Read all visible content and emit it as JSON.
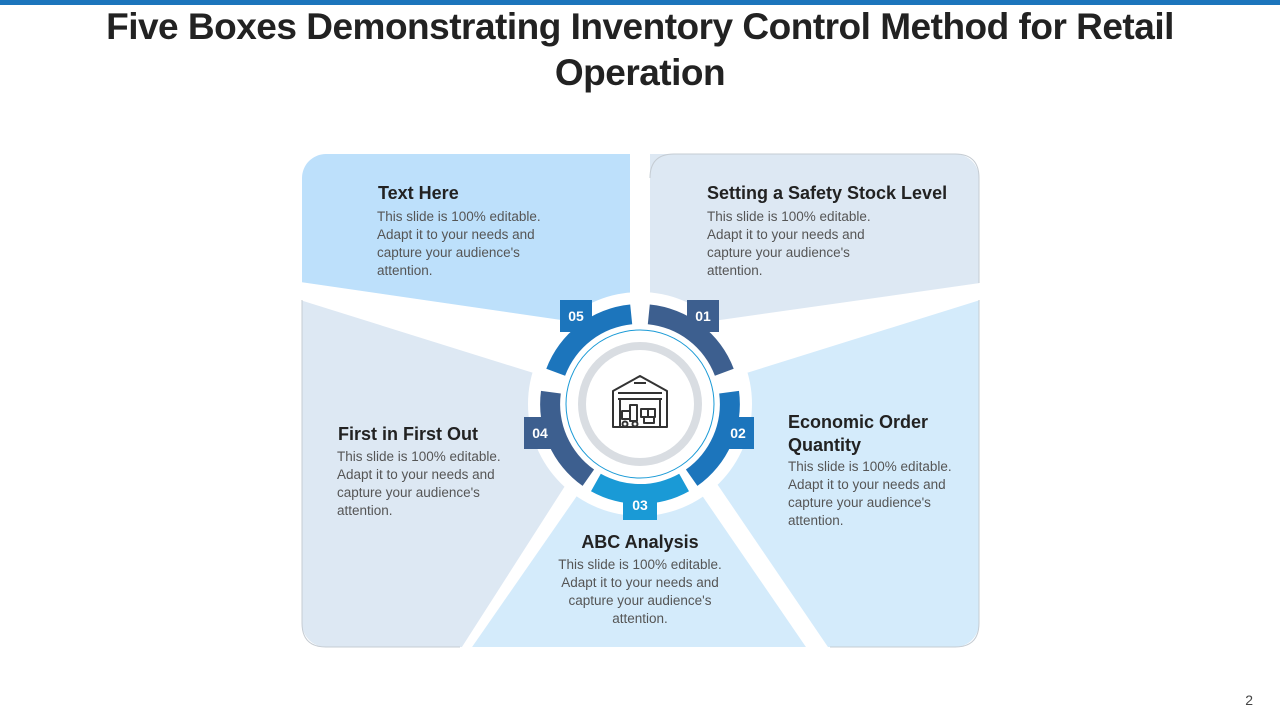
{
  "slide": {
    "title": "Five Boxes Demonstrating Inventory Control Method for Retail Operation",
    "page_number": "2"
  },
  "center": {
    "icon": "warehouse-icon"
  },
  "segments": [
    {
      "number": "01",
      "title": "Setting a Safety Stock Level",
      "body": "This slide is 100% editable. Adapt it to your needs and capture your audience's attention."
    },
    {
      "number": "02",
      "title": "Economic Order Quantity",
      "body": "This slide is 100% editable. Adapt it to your needs and capture your audience's attention."
    },
    {
      "number": "03",
      "title": "ABC Analysis",
      "body": "This slide is 100% editable. Adapt it to your needs and capture your audience's attention."
    },
    {
      "number": "04",
      "title": "First in First Out",
      "body": "This slide is 100% editable. Adapt it to your needs and capture your audience's attention."
    },
    {
      "number": "05",
      "title": "Text Here",
      "body": "This slide is 100% editable. Adapt it to your needs and capture your audience's attention."
    }
  ],
  "colors": {
    "accent_bar": "#1c75bc",
    "box_light_blue": "#bde0fb",
    "box_pale_blue": "#dde8f3",
    "box_lighter_blue": "#d4ebfb",
    "ring_dark_blue": "#3d5f8f",
    "ring_mid_blue": "#1c75bc",
    "ring_bright_blue": "#1a9ad6"
  }
}
